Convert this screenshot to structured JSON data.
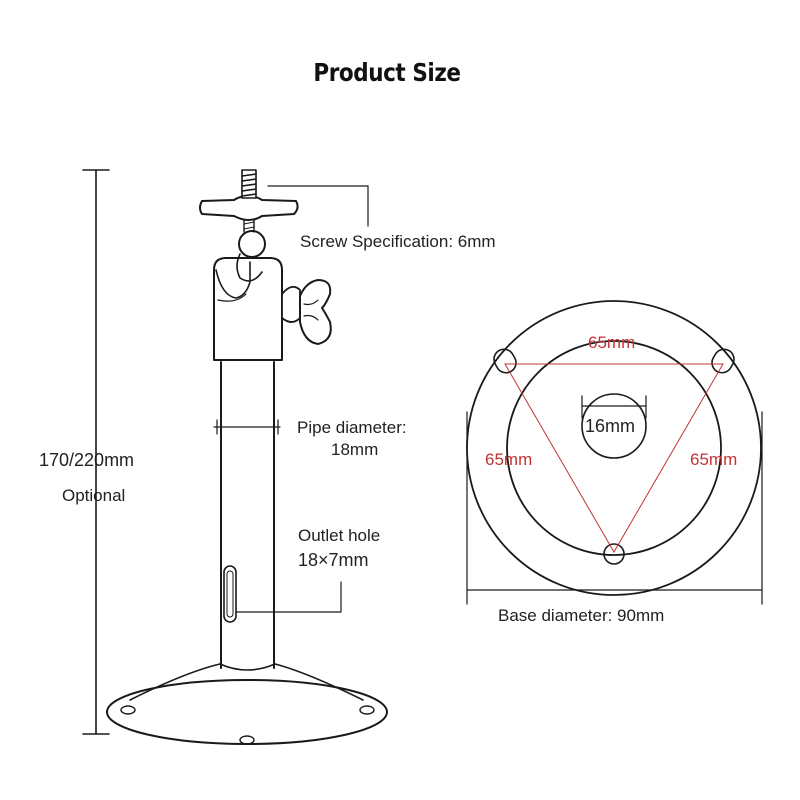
{
  "title": "Product Size",
  "labels": {
    "screw": "Screw Specification: 6mm",
    "pipe_line1": "Pipe diameter:",
    "pipe_line2": "18mm",
    "height_line1": "170/220mm",
    "height_line2": "Optional",
    "outlet_line1": "Outlet hole",
    "outlet_line2": "18×7mm",
    "base": "Base diameter: 90mm"
  },
  "base_view": {
    "top_span": "65mm",
    "left_span": "65mm",
    "right_span": "65mm",
    "center_hole": "16mm"
  },
  "colors": {
    "line": "#1a1a1a",
    "red": "#c23434",
    "text": "#222222"
  }
}
